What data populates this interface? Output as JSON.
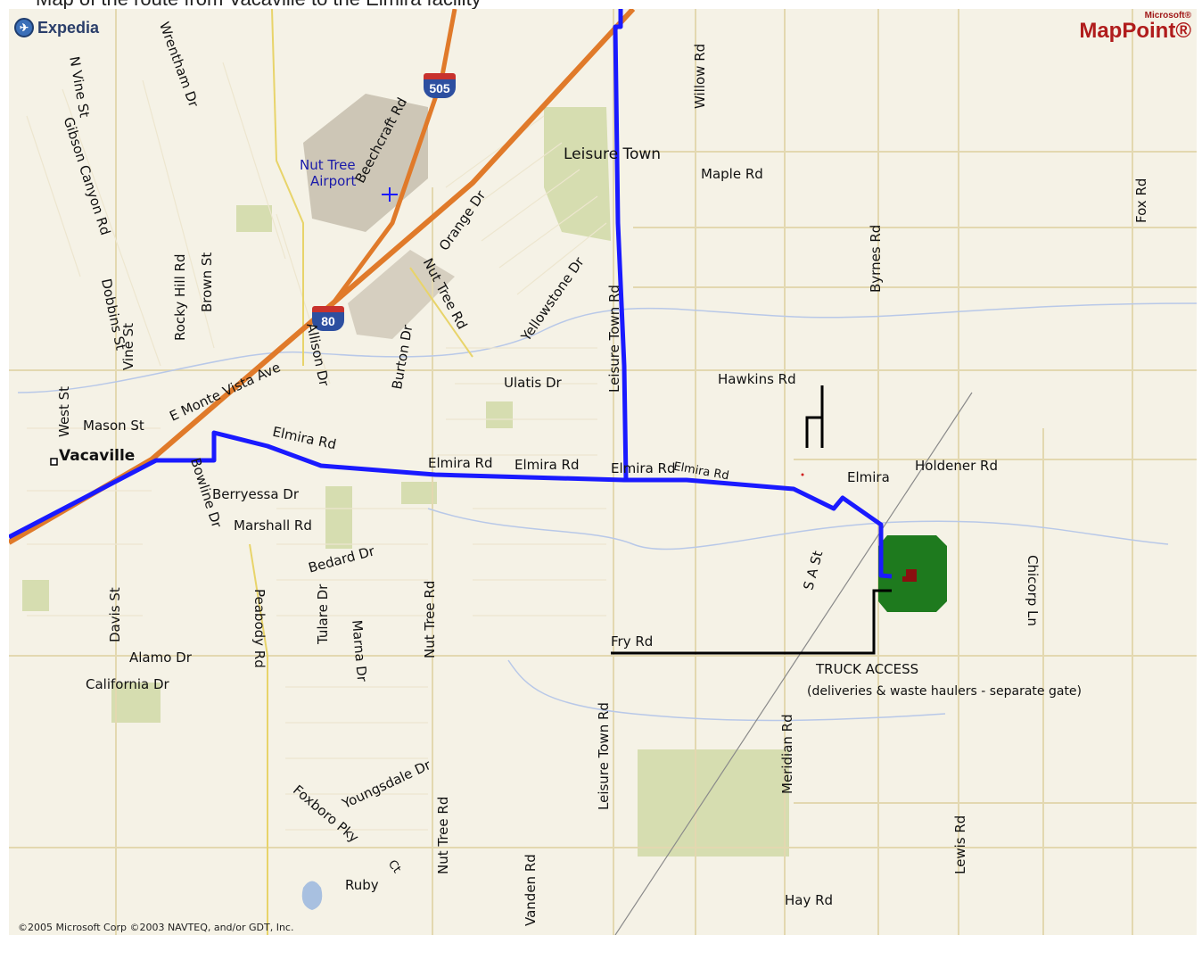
{
  "caption": "Map of the route from Vacaville to the Elmira facility",
  "brand": {
    "left": "Expedia",
    "right_small": "Microsoft®",
    "right_large": "MapPoint®"
  },
  "copyright": "©2005 Microsoft Corp ©2003 NAVTEQ, and/or GDT, Inc.",
  "shields": {
    "i505": "505",
    "i80": "80"
  },
  "places": {
    "vacaville": "Vacaville",
    "elmira": "Elmira",
    "leisure_town": "Leisure Town",
    "airport_line1": "Nut Tree",
    "airport_line2": "Airport"
  },
  "truck_access": {
    "line1": "TRUCK ACCESS",
    "line2": "(deliveries & waste haulers - separate gate)"
  },
  "streets": {
    "n_vine": "N Vine St",
    "wrentham": "Wrentham Dr",
    "beechcraft": "Beechcraft Rd",
    "willow": "Willow Rd",
    "maple": "Maple Rd",
    "fox": "Fox Rd",
    "byrnes": "Byrnes Rd",
    "gibson": "Gibson Canyon Rd",
    "rocky_hill": "Rocky Hill Rd",
    "brown": "Brown St",
    "dobbins": "Dobbins St",
    "vine": "Vine St",
    "monte_vista": "E Monte Vista Ave",
    "allison": "Allison Dr",
    "burton": "Burton Dr",
    "nut_tree_rd_upper": "Nut Tree Rd",
    "orange": "Orange Dr",
    "yellowstone": "Yellowstone Dr",
    "leisure_town_rd_upper": "Leisure Town Rd",
    "ulatis": "Ulatis Dr",
    "hawkins": "Hawkins Rd",
    "west": "West St",
    "mason": "Mason St",
    "elmira_1": "Elmira Rd",
    "elmira_2": "Elmira Rd",
    "elmira_3": "Elmira Rd",
    "elmira_4": "Elmira Rd",
    "elmira_5": "Elmira Rd",
    "holdener": "Holdener Rd",
    "chicorp": "Chicorp Ln",
    "berryessa": "Berryessa Dr",
    "marshall": "Marshall Rd",
    "bedard": "Bedard Dr",
    "bowline": "Bowline Dr",
    "a_st": "S A St",
    "davis": "Davis St",
    "peabody": "Peabody Rd",
    "tulare": "Tulare Dr",
    "nut_tree_rd_mid": "Nut Tree Rd",
    "fry": "Fry Rd",
    "alamo": "Alamo Dr",
    "california": "California Dr",
    "marna": "Marna Dr",
    "leisure_town_rd_lower": "Leisure Town Rd",
    "meridian": "Meridian Rd",
    "youngsdale": "Youngsdale Dr",
    "foxboro": "Foxboro Pky",
    "nut_tree_rd_lower": "Nut Tree Rd",
    "ruby": "Ruby",
    "cir": "Ct",
    "vanden": "Vanden Rd",
    "lewis": "Lewis Rd",
    "hay": "Hay Rd"
  },
  "colors": {
    "route": "#1a1aff",
    "truck_route": "#000000",
    "freeway": "#e07a2a",
    "facility": "#1e7a1e",
    "facility_marker": "#8a1010",
    "parkland": "#d6ddb0",
    "airport": "#cdc6b6"
  }
}
